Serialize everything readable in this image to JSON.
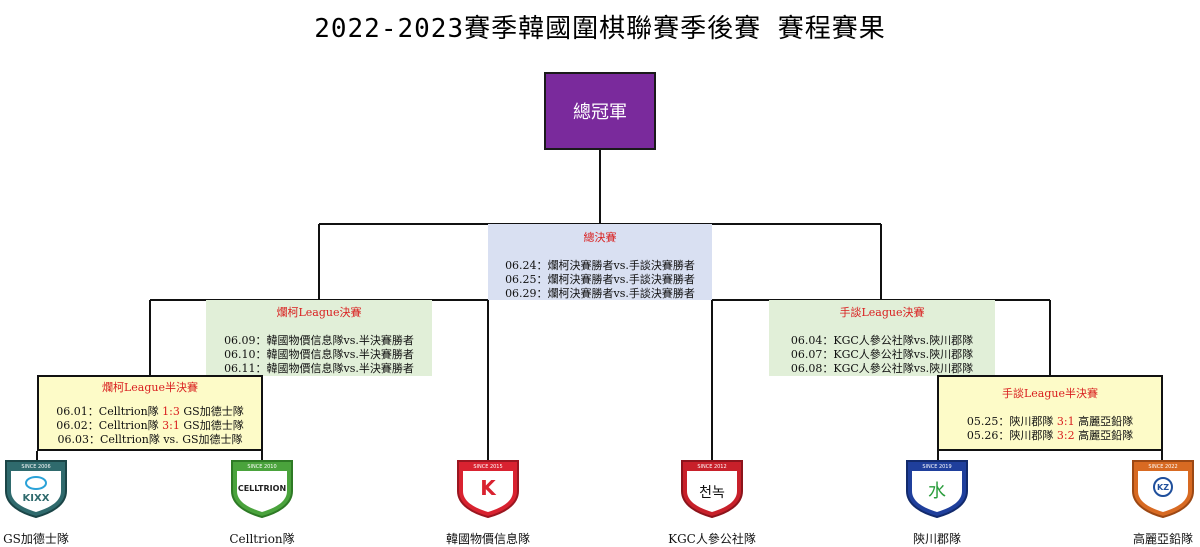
{
  "title": "2022-2023賽季韓國圍棋聯賽季後賽 賽程賽果",
  "champion": "總冠軍",
  "final": {
    "heading": "總決賽",
    "lines": [
      "06.24：爛柯決賽勝者vs.手談決賽勝者",
      "06.25：爛柯決賽勝者vs.手談決賽勝者",
      "06.29：爛柯決賽勝者vs.手談決賽勝者"
    ]
  },
  "semi_left": {
    "heading": "爛柯League決賽",
    "lines": [
      "06.09：韓國物價信息隊vs.半決賽勝者",
      "06.10：韓國物價信息隊vs.半決賽勝者",
      "06.11：韓國物價信息隊vs.半決賽勝者"
    ]
  },
  "semi_right": {
    "heading": "手談League決賽",
    "lines": [
      "06.04：KGC人參公社隊vs.陝川郡隊",
      "06.07：KGC人參公社隊vs.陝川郡隊",
      "06.08：KGC人參公社隊vs.陝川郡隊"
    ]
  },
  "qf_left": {
    "heading": "爛柯League半決賽",
    "matches": [
      {
        "date": "06.01：",
        "home": "Celltrion隊",
        "score": "1:3",
        "away": "GS加德士隊"
      },
      {
        "date": "06.02：",
        "home": "Celltrion隊",
        "score": "3:1",
        "away": "GS加德士隊"
      },
      {
        "date": "06.03：",
        "home": "Celltrion隊",
        "score": "vs.",
        "away": "GS加德士隊"
      }
    ]
  },
  "qf_right": {
    "heading": "手談League半決賽",
    "matches": [
      {
        "date": "05.25：",
        "home": "陝川郡隊",
        "score": "3:1",
        "away": "高麗亞鉛隊"
      },
      {
        "date": "05.26：",
        "home": "陝川郡隊",
        "score": "3:2",
        "away": "高麗亞鉛隊"
      }
    ]
  },
  "teams": [
    {
      "name": "GS加德士隊",
      "since": "SINCE 2006",
      "logo_text": "KIXX",
      "color": "#2f6a6d"
    },
    {
      "name": "Celltrion隊",
      "since": "SINCE 2010",
      "logo_text": "CELLTRION",
      "color": "#4aa33c"
    },
    {
      "name": "韓國物價信息隊",
      "since": "SINCE 2015",
      "logo_text": "K",
      "color": "#d92230"
    },
    {
      "name": "KGC人參公社隊",
      "since": "SINCE 2012",
      "logo_text": "천녹",
      "color": "#c8202a"
    },
    {
      "name": "陝川郡隊",
      "since": "SINCE 2019",
      "logo_text": "水",
      "color": "#1f3f9c"
    },
    {
      "name": "高麗亞鉛隊",
      "since": "SINCE 2022",
      "logo_text": "KZ",
      "color": "#d86a22"
    }
  ]
}
